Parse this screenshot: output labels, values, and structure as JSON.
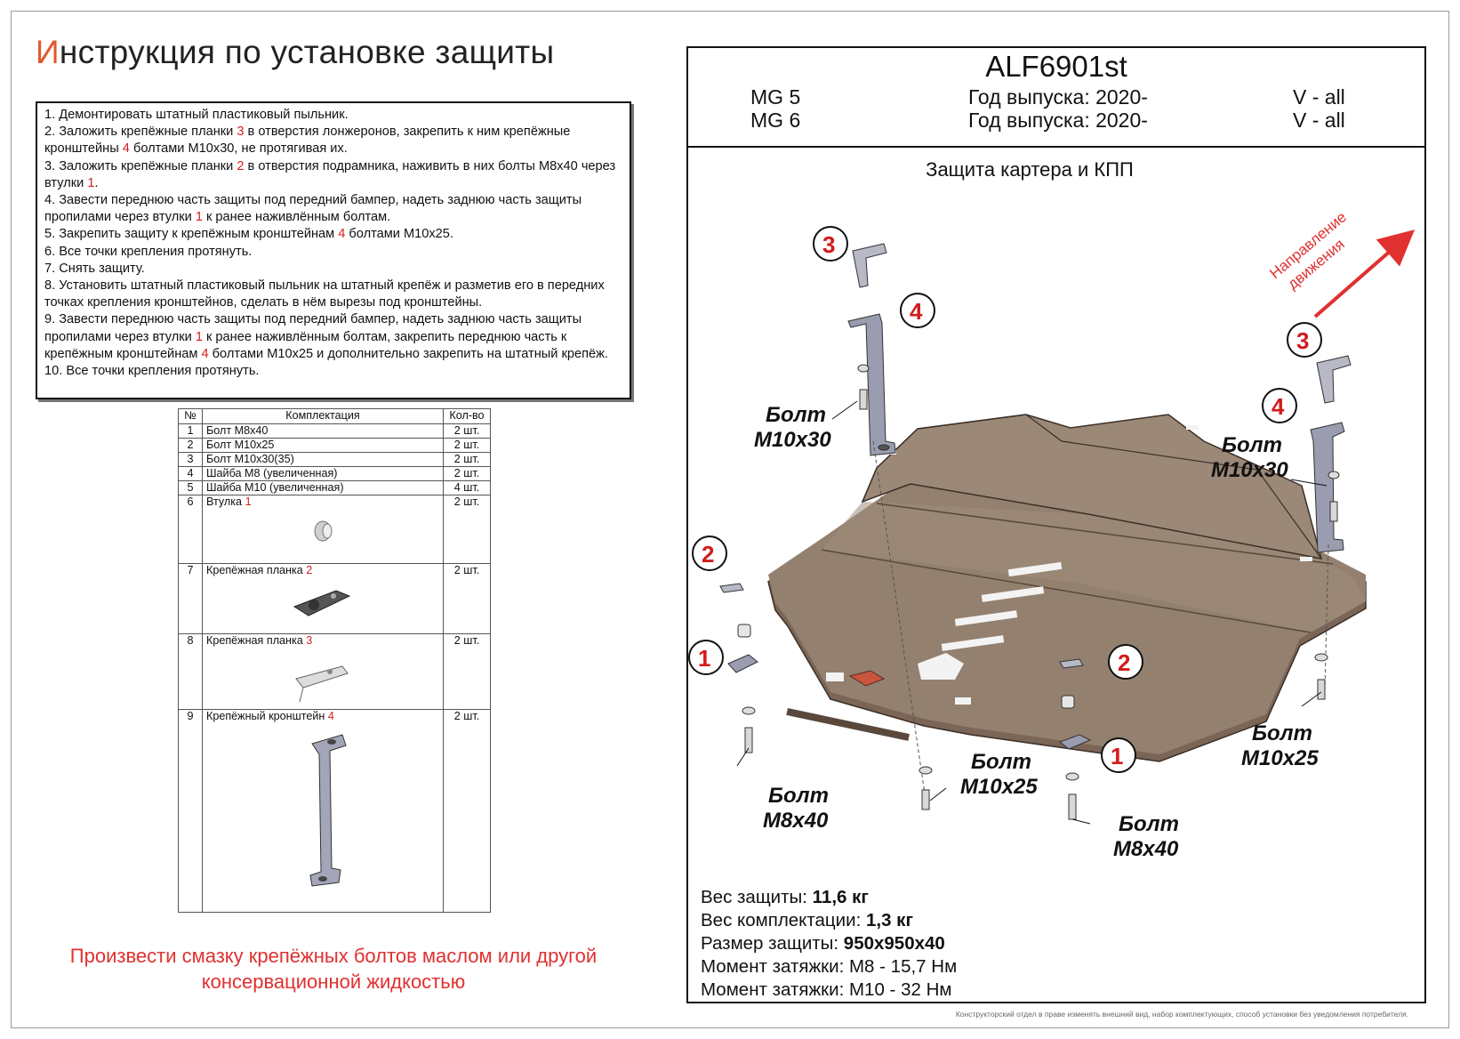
{
  "title": {
    "first_letter": "И",
    "rest": "нструкция по установке защиты"
  },
  "instructions": [
    [
      {
        "t": "1. Демонтировать штатный пластиковый пыльник."
      }
    ],
    [
      {
        "t": "2. Заложить крепёжные планки "
      },
      {
        "t": "3",
        "red": true
      },
      {
        "t": " в отверстия лонжеронов, закрепить к ним крепёжные кронштейны "
      },
      {
        "t": "4",
        "red": true
      },
      {
        "t": " болтами М10х30, не протягивая их."
      }
    ],
    [
      {
        "t": "3. Заложить крепёжные планки "
      },
      {
        "t": "2",
        "red": true
      },
      {
        "t": " в отверстия подрамника, наживить в них болты М8х40 через втулки "
      },
      {
        "t": "1",
        "red": true
      },
      {
        "t": "."
      }
    ],
    [
      {
        "t": "4. Завести переднюю часть защиты под передний бампер, надеть заднюю часть защиты пропилами через втулки "
      },
      {
        "t": "1",
        "red": true
      },
      {
        "t": " к ранее наживлённым болтам."
      }
    ],
    [
      {
        "t": "5. Закрепить защиту к крепёжным кронштейнам "
      },
      {
        "t": "4",
        "red": true
      },
      {
        "t": " болтами М10х25."
      }
    ],
    [
      {
        "t": "6. Все точки крепления протянуть."
      }
    ],
    [
      {
        "t": "7. Снять защиту."
      }
    ],
    [
      {
        "t": "8. Установить штатный пластиковый пыльник на штатный крепёж и разметив его в передних точках крепления кронштейнов, сделать в нём вырезы под кронштейны."
      }
    ],
    [
      {
        "t": "9. Завести переднюю часть защиты под передний бампер, надеть заднюю часть защиты пропилами через втулки "
      },
      {
        "t": "1",
        "red": true
      },
      {
        "t": " к ранее наживлённым болтам, закрепить переднюю часть к крепёжным кронштейнам "
      },
      {
        "t": "4",
        "red": true
      },
      {
        "t": " болтами М10х25 и дополнительно закрепить на штатный крепёж."
      }
    ],
    [
      {
        "t": "10. Все точки крепления протянуть."
      }
    ]
  ],
  "kit": {
    "headers": {
      "num": "№",
      "name": "Комплектация",
      "qty": "Кол-во"
    },
    "rows": [
      {
        "n": "1",
        "name": "Болт М8х40",
        "ref": "",
        "qty": "2 шт.",
        "icon": ""
      },
      {
        "n": "2",
        "name": "Болт М10х25",
        "ref": "",
        "qty": "2 шт.",
        "icon": ""
      },
      {
        "n": "3",
        "name": "Болт М10х30(35)",
        "ref": "",
        "qty": "2 шт.",
        "icon": ""
      },
      {
        "n": "4",
        "name": "Шайба М8 (увеличенная)",
        "ref": "",
        "qty": "2 шт.",
        "icon": ""
      },
      {
        "n": "5",
        "name": "Шайба М10 (увеличенная)",
        "ref": "",
        "qty": "4 шт.",
        "icon": ""
      },
      {
        "n": "6",
        "name": "Втулка ",
        "ref": "1",
        "qty": "2 шт.",
        "icon": "bushing"
      },
      {
        "n": "7",
        "name": "Крепёжная планка ",
        "ref": "2",
        "qty": "2 шт.",
        "icon": "plate2"
      },
      {
        "n": "8",
        "name": "Крепёжная планка ",
        "ref": "3",
        "qty": "2 шт.",
        "icon": "plate3"
      },
      {
        "n": "9",
        "name": "Крепёжный кронштейн ",
        "ref": "4",
        "qty": "2 шт.",
        "icon": "bracket"
      }
    ]
  },
  "note": {
    "line1": "Произвести смазку крепёжных болтов маслом или другой",
    "line2": "консервационной жидкостью"
  },
  "header": {
    "code": "ALF6901st",
    "rows": [
      {
        "model": "MG 5",
        "year": "Год выпуска: 2020-",
        "engine": "V - all"
      },
      {
        "model": "MG 6",
        "year": "Год выпуска: 2020-",
        "engine": "V - all"
      }
    ]
  },
  "part_title": "Защита картера и КПП",
  "direction": {
    "line1": "Направление",
    "line2": "движения"
  },
  "callouts": {
    "n1": "1",
    "n2": "2",
    "n3": "3",
    "n4": "4"
  },
  "bolt_labels": {
    "word": "Болт",
    "m10x30": "М10х30",
    "m10x25": "М10х25",
    "m8x40": "М8х40"
  },
  "specs": [
    {
      "label": "Вес защиты: ",
      "value": "11,6 кг"
    },
    {
      "label": "Вес комплектации: ",
      "value": "1,3 кг"
    },
    {
      "label": "Размер защиты: ",
      "value": "950х950х40"
    },
    {
      "label": "Момент затяжки:  ",
      "value": "M8 - 15,7 Нм",
      "plain": true
    },
    {
      "label": "Момент затяжки:  ",
      "value": "M10 - 32 Нм",
      "plain": true
    }
  ],
  "footer": "Конструкторский отдел в праве изменять внешний вид, набор комплектующих, способ установки без уведомления потребителя.",
  "colors": {
    "accent_red": "#d61e1e",
    "title_orange": "#e2572b",
    "plate": "#8f7a6a",
    "plate_dark": "#6e5a4c"
  }
}
